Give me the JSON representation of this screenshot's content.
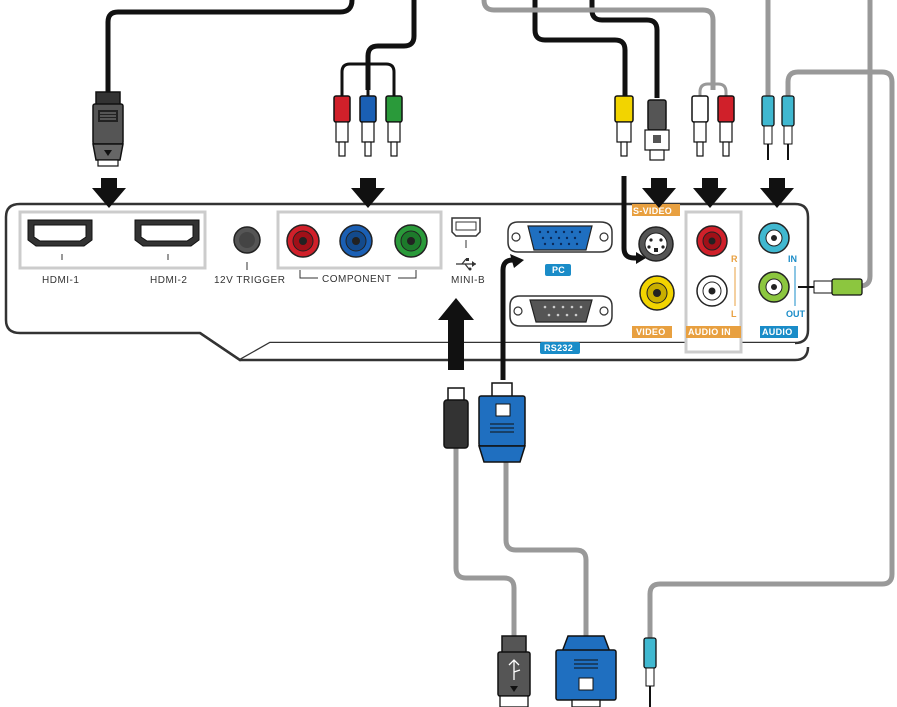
{
  "ports": {
    "hdmi1": "HDMI-1",
    "hdmi2": "HDMI-2",
    "trigger": "12V TRIGGER",
    "component": "COMPONENT",
    "minib": "MINI-B",
    "pc": "PC",
    "rs232": "RS232",
    "svideo": "S-VIDEO",
    "video": "VIDEO",
    "audio_in": "AUDIO IN",
    "audio_r": "R",
    "audio_l": "L",
    "audio": "AUDIO",
    "audio_in_short": "IN",
    "audio_out": "OUT"
  },
  "colors": {
    "panel_border": "#333333",
    "group_box": "#cccccc",
    "cable_black": "#111111",
    "cable_gray": "#999999",
    "red": "#d0202a",
    "blue": "#1a5fb4",
    "green": "#2a9a3a",
    "yellow": "#f2d400",
    "cyan": "#40b8d0",
    "lime": "#8cc63f",
    "orange_label": "#e8a040",
    "blue_label": "#1a8cc8",
    "vga_blue": "#1f6fc0"
  },
  "icons": [
    "hdmi-plug-icon",
    "rca-plug-icon",
    "svideo-plug-icon",
    "audio-jack-icon",
    "vga-plug-icon",
    "usb-plug-icon",
    "usb-symbol-icon",
    "arrow-down-icon",
    "arrow-up-icon"
  ]
}
